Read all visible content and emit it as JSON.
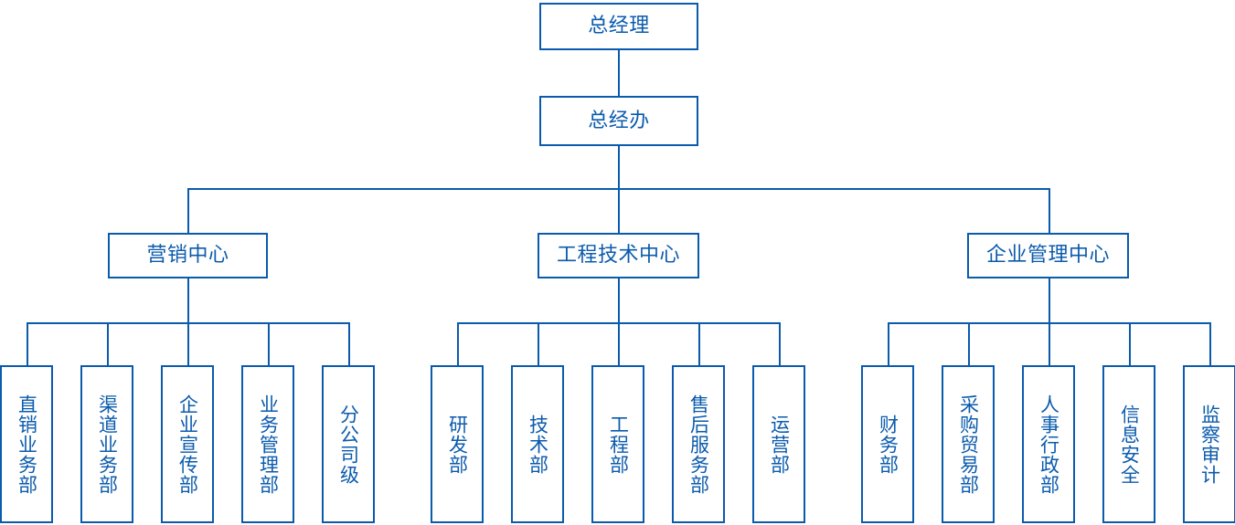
{
  "chart": {
    "type": "org-chart",
    "title": "",
    "accent_color": "#0b5bad",
    "background_color": "#ffffff",
    "levels": [
      {
        "level": 1,
        "nodes": [
          {
            "id": "gm",
            "label": "总经理",
            "orientation": "horizontal"
          }
        ]
      },
      {
        "level": 2,
        "nodes": [
          {
            "id": "gmo",
            "label": "总经办",
            "orientation": "horizontal"
          }
        ]
      },
      {
        "level": 3,
        "nodes": [
          {
            "id": "c1",
            "label": "营销中心",
            "orientation": "horizontal"
          },
          {
            "id": "c2",
            "label": "工程技术中心",
            "orientation": "horizontal"
          },
          {
            "id": "c3",
            "label": "企业管理中心",
            "orientation": "horizontal"
          }
        ]
      },
      {
        "level": 4,
        "nodes": [
          {
            "id": "d1",
            "parent": "c1",
            "label": "直销业务部",
            "orientation": "vertical"
          },
          {
            "id": "d2",
            "parent": "c1",
            "label": "渠道业务部",
            "orientation": "vertical"
          },
          {
            "id": "d3",
            "parent": "c1",
            "label": "企业宣传部",
            "orientation": "vertical"
          },
          {
            "id": "d4",
            "parent": "c1",
            "label": "业务管理部",
            "orientation": "vertical"
          },
          {
            "id": "d5",
            "parent": "c1",
            "label": "分公司级",
            "orientation": "vertical"
          },
          {
            "id": "d6",
            "parent": "c2",
            "label": "研发部",
            "orientation": "vertical"
          },
          {
            "id": "d7",
            "parent": "c2",
            "label": "技术部",
            "orientation": "vertical"
          },
          {
            "id": "d8",
            "parent": "c2",
            "label": "工程部",
            "orientation": "vertical"
          },
          {
            "id": "d9",
            "parent": "c2",
            "label": "售后服务部",
            "orientation": "vertical"
          },
          {
            "id": "d10",
            "parent": "c2",
            "label": "运营部",
            "orientation": "vertical"
          },
          {
            "id": "d11",
            "parent": "c3",
            "label": "财务部",
            "orientation": "vertical"
          },
          {
            "id": "d12",
            "parent": "c3",
            "label": "采购贸易部",
            "orientation": "vertical"
          },
          {
            "id": "d13",
            "parent": "c3",
            "label": "人事行政部",
            "orientation": "vertical"
          },
          {
            "id": "d14",
            "parent": "c3",
            "label": "信息安全",
            "orientation": "vertical"
          },
          {
            "id": "d15",
            "parent": "c3",
            "label": "监察审计",
            "orientation": "vertical"
          }
        ]
      }
    ]
  }
}
